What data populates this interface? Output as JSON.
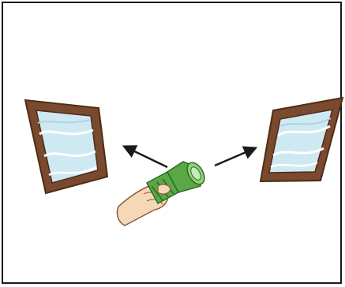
{
  "diagram": {
    "objects": [
      {
        "id": "left-window",
        "icon": "window-icon"
      },
      {
        "id": "right-window",
        "icon": "window-icon"
      },
      {
        "id": "flashlight",
        "icon": "flashlight-icon"
      },
      {
        "id": "hand",
        "icon": "hand-icon"
      }
    ],
    "arrows": [
      {
        "from": "flashlight",
        "to": "left-window"
      },
      {
        "from": "flashlight",
        "to": "right-window"
      }
    ],
    "colors": {
      "window_frame": "#7a4a2e",
      "window_frame_dark": "#4e2c18",
      "glass": "#cfe9f3",
      "glass_wave": "#ffffff",
      "flashlight_body": "#5aa845",
      "flashlight_dark": "#2f6b25",
      "skin": "#f6d7b8",
      "arrow": "#1a1a1a",
      "border": "#1a1a1a"
    }
  }
}
